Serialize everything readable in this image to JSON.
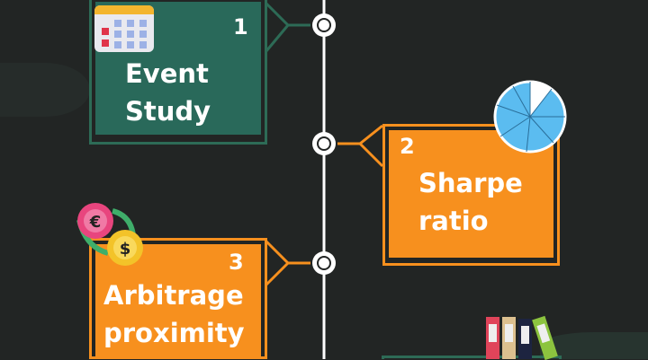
{
  "steps": [
    {
      "number": "1",
      "title_line1": "Event",
      "title_line2": "Study",
      "color": "#29695a",
      "icon": "calendar-icon"
    },
    {
      "number": "2",
      "title_line1": "Sharpe",
      "title_line2": "ratio",
      "color": "#f7901e",
      "icon": "pie-chart-icon"
    },
    {
      "number": "3",
      "title_line1": "Arbitrage",
      "title_line2": "proximity",
      "color": "#f7901e",
      "icon": "currency-exchange-icon"
    },
    {
      "number": "",
      "title_line1": "",
      "title_line2": "",
      "color": "#29695a",
      "icon": "binders-icon"
    }
  ],
  "colors": {
    "background": "#222524",
    "green": "#29695a",
    "orange": "#f7901e"
  }
}
